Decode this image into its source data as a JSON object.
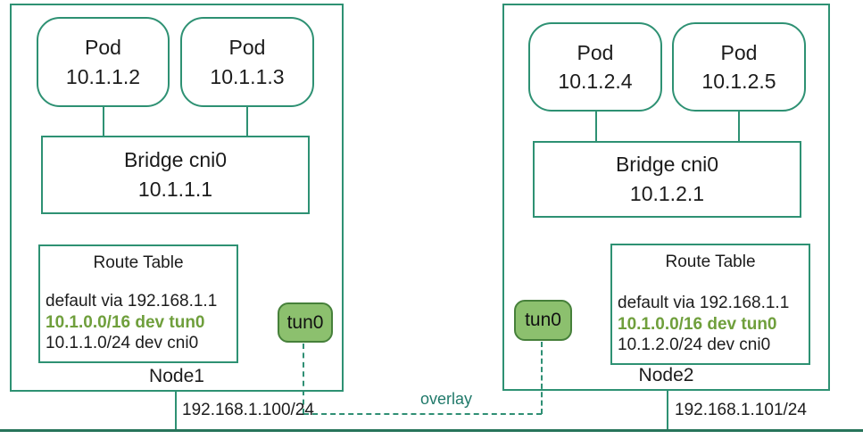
{
  "colors": {
    "box_border": "#2e9173",
    "tunnel_fill": "#8cc06e",
    "tunnel_border": "#46803a",
    "route_highlight": "#6f9f3c",
    "overlay_text": "#20796a",
    "physical_line": "#27745a",
    "text": "#1c1c1c"
  },
  "nodes": [
    {
      "label": "Node1",
      "pods": [
        {
          "title": "Pod",
          "ip": "10.1.1.2"
        },
        {
          "title": "Pod",
          "ip": "10.1.1.3"
        }
      ],
      "bridge": {
        "title": "Bridge cni0",
        "ip": "10.1.1.1"
      },
      "route_table": {
        "title": "Route Table",
        "routes": [
          {
            "text": "default via 192.168.1.1",
            "highlight": false
          },
          {
            "text": "10.1.0.0/16 dev tun0",
            "highlight": true
          },
          {
            "text": "10.1.1.0/24 dev cni0",
            "highlight": false
          }
        ]
      },
      "tunnel": {
        "label": "tun0"
      },
      "host_ip": "192.168.1.100/24"
    },
    {
      "label": "Node2",
      "pods": [
        {
          "title": "Pod",
          "ip": "10.1.2.4"
        },
        {
          "title": "Pod",
          "ip": "10.1.2.5"
        }
      ],
      "bridge": {
        "title": "Bridge cni0",
        "ip": "10.1.2.1"
      },
      "route_table": {
        "title": "Route Table",
        "routes": [
          {
            "text": "default via 192.168.1.1",
            "highlight": false
          },
          {
            "text": "10.1.0.0/16 dev tun0",
            "highlight": true
          },
          {
            "text": "10.1.2.0/24 dev cni0",
            "highlight": false
          }
        ]
      },
      "tunnel": {
        "label": "tun0"
      },
      "host_ip": "192.168.1.101/24"
    }
  ],
  "overlay": {
    "label": "overlay"
  }
}
